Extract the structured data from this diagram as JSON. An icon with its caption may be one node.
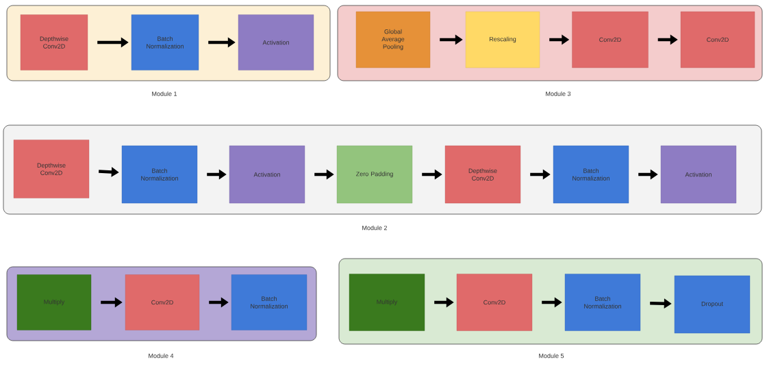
{
  "diagram": {
    "nodes": [
      {
        "text": [
          "Module 1"
        ]
      },
      {
        "text": [
          "Depthwise Conv2D"
        ],
        "in": 0
      },
      {
        "text": [
          "Batch Normalization"
        ],
        "in": 0
      },
      {
        "text": [
          "Activation"
        ],
        "in": 0
      },
      {
        "text": [
          "Module 3"
        ]
      },
      {
        "text": [
          "Global Average Pooling"
        ],
        "in": 4
      },
      {
        "text": [
          "Rescaling"
        ],
        "in": 4
      },
      {
        "text": [
          "Conv2D"
        ],
        "in": 4
      },
      {
        "text": [
          "Conv2D"
        ],
        "in": 4
      },
      {
        "text": [
          "Module 2"
        ]
      },
      {
        "text": [
          "Depthwise Conv2D"
        ],
        "in": 9
      },
      {
        "text": [
          "Batch Normalization"
        ],
        "in": 9
      },
      {
        "text": [
          "Activation"
        ],
        "in": 9
      },
      {
        "text": [
          "Zero Padding"
        ],
        "in": 9
      },
      {
        "text": [
          "Depthwise Conv2D"
        ],
        "in": 9
      },
      {
        "text": [
          "Batch Normalization"
        ],
        "in": 9
      },
      {
        "text": [
          "Activation"
        ],
        "in": 9
      },
      {
        "text": [
          "Module 4"
        ]
      },
      {
        "text": [
          "Multiply"
        ],
        "in": 17
      },
      {
        "text": [
          "Conv2D"
        ],
        "in": 17
      },
      {
        "text": [
          "Batch Normalization"
        ],
        "in": 17
      },
      {
        "text": [
          "Module 5"
        ]
      },
      {
        "text": [
          "Multiply"
        ],
        "in": 21
      },
      {
        "text": [
          "Conv2D"
        ],
        "in": 21
      },
      {
        "text": [
          "Batch Normalization"
        ],
        "in": 21
      },
      {
        "text": [
          "Dropout"
        ],
        "in": 21
      }
    ],
    "edges": [
      {
        "from": 1,
        "to": 2,
        "arrow": "to"
      },
      {
        "from": 2,
        "to": 3,
        "arrow": "to"
      },
      {
        "from": 5,
        "to": 6,
        "arrow": "to"
      },
      {
        "from": 6,
        "to": 7,
        "arrow": "to"
      },
      {
        "from": 7,
        "to": 8,
        "arrow": "to"
      },
      {
        "from": 10,
        "to": 11,
        "arrow": "to"
      },
      {
        "from": 11,
        "to": 12,
        "arrow": "to"
      },
      {
        "from": 12,
        "to": 13,
        "arrow": "to"
      },
      {
        "from": 13,
        "to": 14,
        "arrow": "to"
      },
      {
        "from": 14,
        "to": 15,
        "arrow": "to"
      },
      {
        "from": 15,
        "to": 16,
        "arrow": "to"
      },
      {
        "from": 18,
        "to": 19,
        "arrow": "to"
      },
      {
        "from": 19,
        "to": 20,
        "arrow": "to"
      },
      {
        "from": 22,
        "to": 23,
        "arrow": "to"
      },
      {
        "from": 23,
        "to": 24,
        "arrow": "to"
      },
      {
        "from": 24,
        "to": 25,
        "arrow": "to"
      }
    ]
  }
}
